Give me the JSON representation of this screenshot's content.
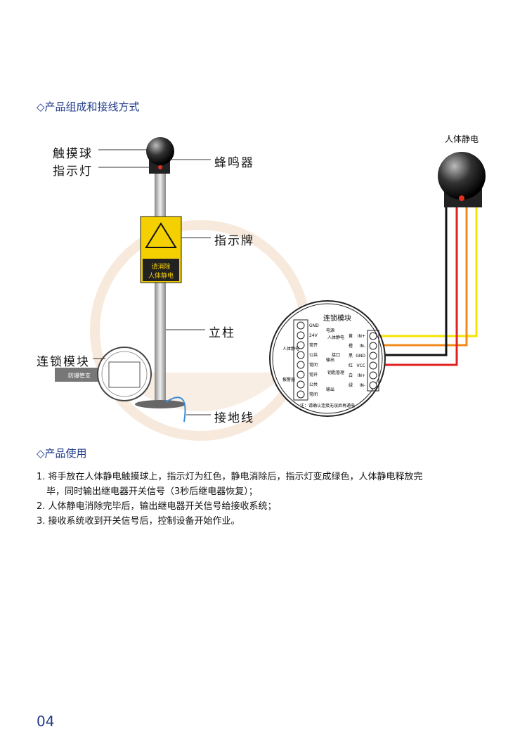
{
  "section1": {
    "icon": "diamond-outline-icon",
    "title": "产品组成和接线方式"
  },
  "labels": {
    "touch_ball": "触摸球",
    "indicator_light": "指示灯",
    "buzzer": "蜂鸣器",
    "sign": "指示牌",
    "pole": "立柱",
    "interlock_module": "连锁模块",
    "ground_wire": "接地线",
    "right_device": "人体静电"
  },
  "sign": {
    "line1": "请消除",
    "line2": "人体静电"
  },
  "small_module": {
    "pipe_label": "防爆管支"
  },
  "module": {
    "title": "连锁模块",
    "left_terminals": [
      "GND",
      "24V",
      "常开",
      "公共",
      "常闭",
      "常开",
      "公共",
      "常闭"
    ],
    "left_groups": [
      "电源",
      "输出",
      "输出"
    ],
    "left_side_groups": [
      "人体静电",
      "报警器"
    ],
    "right_terminals": [
      "IN+",
      "IN-",
      "GND",
      "VCC",
      "IN+",
      "IN-"
    ],
    "right_side_text": [
      "人体静电",
      "接口",
      "钥匙管理"
    ],
    "right_side_colors": [
      "黄",
      "橙",
      "黑",
      "红",
      "白",
      "绿"
    ],
    "note": "注：请确认连接无误后再通电"
  },
  "wire_colors": {
    "yellow": "#f5e400",
    "orange": "#f08a1c",
    "black": "#111111",
    "red": "#e02020"
  },
  "section2": {
    "icon": "diamond-outline-icon",
    "title": "产品使用"
  },
  "usage": [
    "1. 将手放在人体静电触摸球上，指示灯为红色，静电消除后，指示灯变成绿色，人体静电释放完",
    "毕，同时输出继电器开关信号（3秒后继电器恢复）；",
    "2. 人体静电消除完毕后，输出继电器开关信号给接收系统；",
    "3. 接收系统收到开关信号后，控制设备开始作业。"
  ],
  "page_number": "04"
}
